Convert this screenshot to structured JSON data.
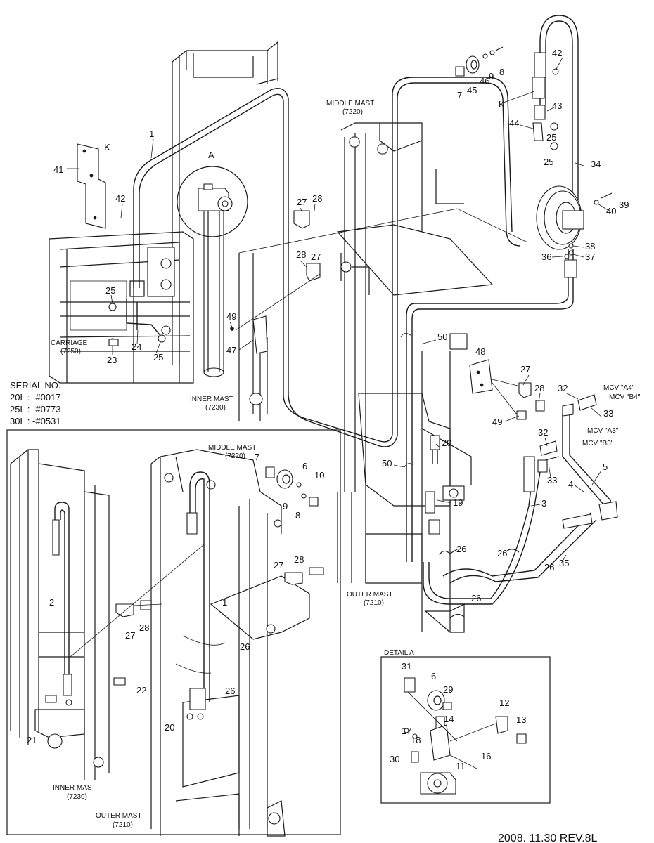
{
  "serial": {
    "title": "SERIAL NO.",
    "lines": [
      "20L : -#0017",
      "25L : -#0773",
      "30L : -#0531"
    ]
  },
  "labels": {
    "middle_mast_top": "MIDDLE MAST",
    "middle_mast_top_code": "(7220)",
    "carriage": "CARRIAGE",
    "carriage_code": "(7250)",
    "inner_mast_top": "INNER MAST",
    "inner_mast_top_code": "(7230)",
    "outer_mast_top": "OUTER MAST",
    "outer_mast_top_code": "(7210)",
    "middle_mast_inset": "MIDDLE MAST",
    "middle_mast_inset_code": "(7220)",
    "inner_mast_inset": "INNER MAST",
    "inner_mast_inset_code": "(7230)",
    "outer_mast_inset": "OUTER MAST",
    "outer_mast_inset_code": "(7210)",
    "mcv_a4": "MCV \"A4\"",
    "mcv_b4": "MCV \"B4\"",
    "mcv_a3": "MCV \"A3\"",
    "mcv_b3": "MCV \"B3\"",
    "detail_a": "DETAIL A",
    "detail_circle": "A",
    "k_top": "K",
    "k_left": "K"
  },
  "callouts": {
    "c1": "1",
    "c41": "41",
    "c42": "42",
    "c25a": "25",
    "c24": "24",
    "c23": "23",
    "c25b": "25",
    "c27a": "27",
    "c28a": "28",
    "c28b": "28",
    "c27b": "27",
    "c49a": "49",
    "c47": "47",
    "c7": "7",
    "c45": "45",
    "c46": "46",
    "c9": "9",
    "c8": "8",
    "c42b": "42",
    "c43": "43",
    "c44": "44",
    "c25c": "25",
    "c25d": "25",
    "c34": "34",
    "c39": "39",
    "c40": "40",
    "c38": "38",
    "c37": "37",
    "c36": "36",
    "c50a": "50",
    "c48": "48",
    "c27c": "27",
    "c28c": "28",
    "c49b": "49",
    "c32a": "32",
    "c33a": "33",
    "c32b": "32",
    "c33b": "33",
    "c5": "5",
    "c4": "4",
    "c20a": "20",
    "c50b": "50",
    "c19": "19",
    "c3": "3",
    "c26a": "26",
    "c26b": "26",
    "c35": "35",
    "c26c": "26",
    "c26d": "26",
    "i7": "7",
    "i6": "6",
    "i10": "10",
    "i9": "9",
    "i8": "8",
    "i2": "2",
    "i1": "1",
    "i27a": "27",
    "i28a": "28",
    "i27b": "27",
    "i28b": "28",
    "i26a": "26",
    "i26b": "26",
    "i22": "22",
    "i20": "20",
    "i21": "21",
    "d31": "31",
    "d6": "6",
    "d29": "29",
    "d12": "12",
    "d13": "13",
    "d14": "14",
    "d17": "17",
    "d18": "18",
    "d30": "30",
    "d11": "11",
    "d16": "16"
  },
  "footer": {
    "revision": "2008. 11.30  REV.8L"
  }
}
